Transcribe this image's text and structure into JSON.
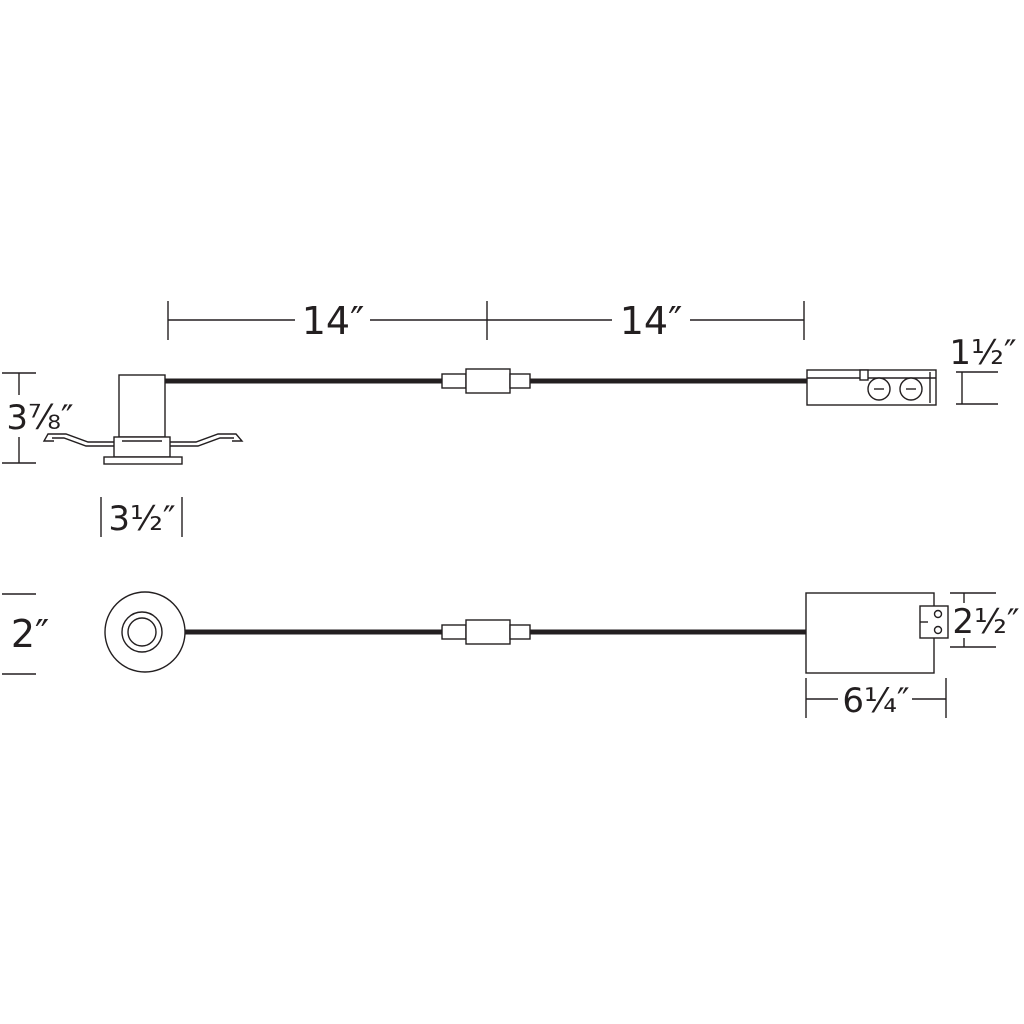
{
  "dimensions": {
    "cable_left": "14″",
    "cable_right": "14″",
    "housing_height": "3⅞″",
    "housing_width": "3½″",
    "trim_diameter": "2″",
    "junction_box_height": "1½″",
    "junction_box_width": "2½″",
    "junction_box_length": "6¼″"
  },
  "colors": {
    "line": "#231f20",
    "background": "#ffffff"
  }
}
